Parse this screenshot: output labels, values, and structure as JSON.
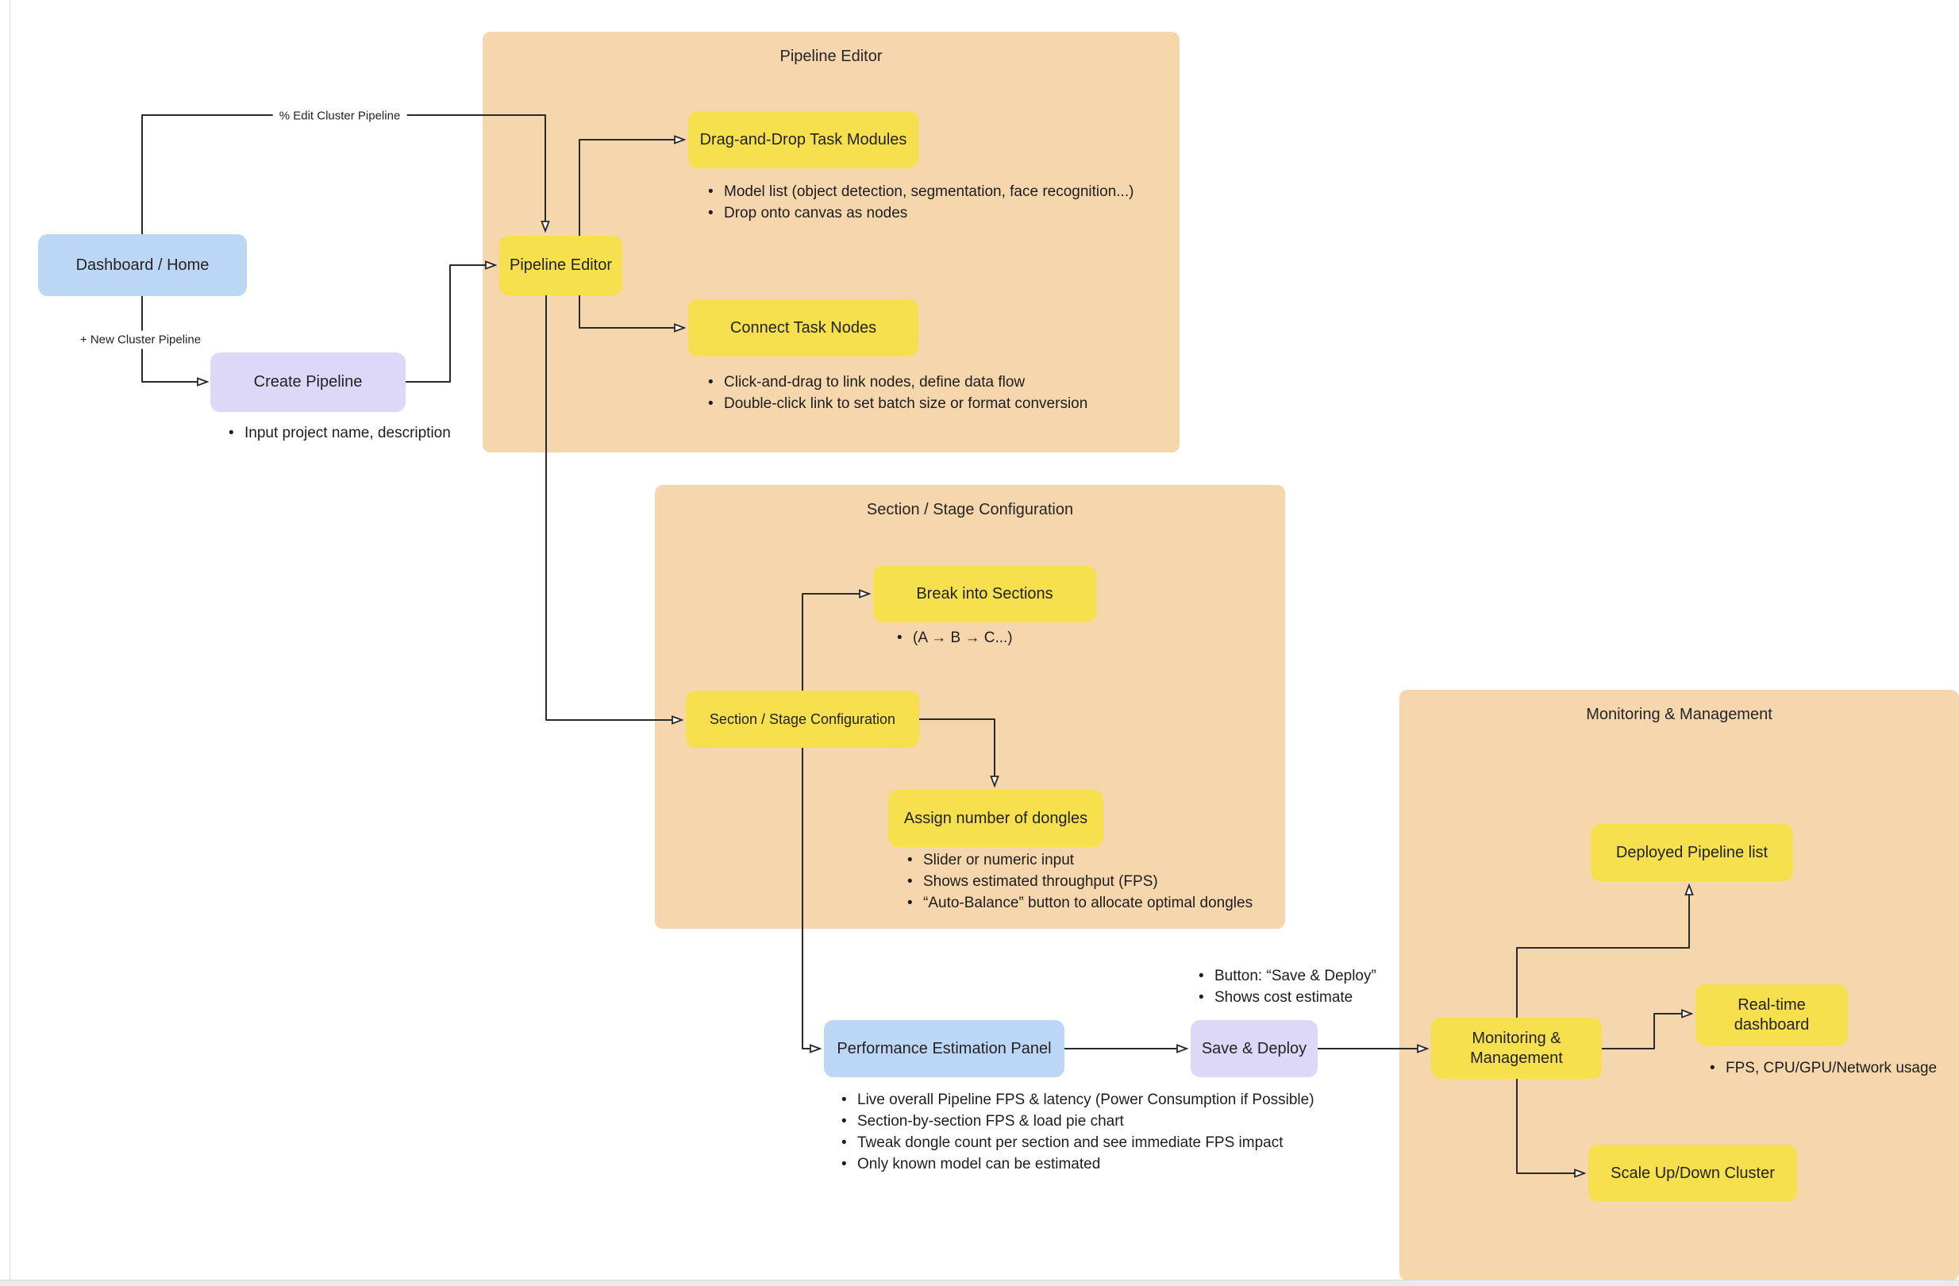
{
  "diagram": {
    "containers": {
      "pipeline_editor": {
        "title": "Pipeline Editor"
      },
      "section_stage": {
        "title": "Section / Stage Configuration"
      },
      "monitoring": {
        "title": "Monitoring & Management"
      }
    },
    "nodes": {
      "dashboard": {
        "label": "Dashboard / Home"
      },
      "create_pipeline": {
        "label": "Create Pipeline"
      },
      "pipeline_editor": {
        "label": "Pipeline Editor"
      },
      "drag_drop": {
        "label": "Drag-and-Drop Task Modules"
      },
      "connect_nodes": {
        "label": "Connect Task Nodes"
      },
      "break_sections": {
        "label": "Break into Sections"
      },
      "section_config": {
        "label": "Section / Stage Configuration"
      },
      "assign_dongles": {
        "label": "Assign number of dongles"
      },
      "perf_panel": {
        "label": "Performance Estimation Panel"
      },
      "save_deploy": {
        "label": "Save & Deploy"
      },
      "monitoring_mgmt": {
        "label": "Monitoring & Management"
      },
      "deployed_list": {
        "label": "Deployed Pipeline list"
      },
      "realtime_dash": {
        "label": "Real-time dashboard"
      },
      "scale_cluster": {
        "label": "Scale Up/Down Cluster"
      }
    },
    "edge_labels": {
      "edit_cluster": "% Edit Cluster Pipeline",
      "new_cluster": "+ New Cluster Pipeline"
    },
    "notes": {
      "create_pipeline": [
        "Input project name, description"
      ],
      "drag_drop": [
        "Model list (object detection, segmentation, face recognition...)",
        "Drop onto canvas as nodes"
      ],
      "connect_nodes": [
        "Click-and-drag to link nodes, define data flow",
        "Double-click link to set batch size or format conversion"
      ],
      "break_sections": [
        "(A → B → C...)"
      ],
      "assign_dongles": [
        "Slider or numeric input",
        "Shows estimated throughput (FPS)",
        "“Auto-Balance” button to allocate optimal dongles"
      ],
      "save_deploy": [
        "Button: “Save & Deploy”",
        "Shows cost estimate"
      ],
      "perf_panel": [
        "Live overall Pipeline FPS & latency (Power Consumption if Possible)",
        "Section-by-section FPS & load pie chart",
        "Tweak dongle count per section and see immediate FPS impact",
        "Only known model can be estimated"
      ],
      "realtime_dash": [
        "FPS, CPU/GPU/Network usage"
      ]
    },
    "colors": {
      "container_bg": "#f5d6ad",
      "node_yellow": "#f6e04e",
      "node_blue": "#bcd7f6",
      "node_purple": "#ded8f8",
      "edge_line": "#2a2a2a",
      "text": "#222222"
    }
  }
}
